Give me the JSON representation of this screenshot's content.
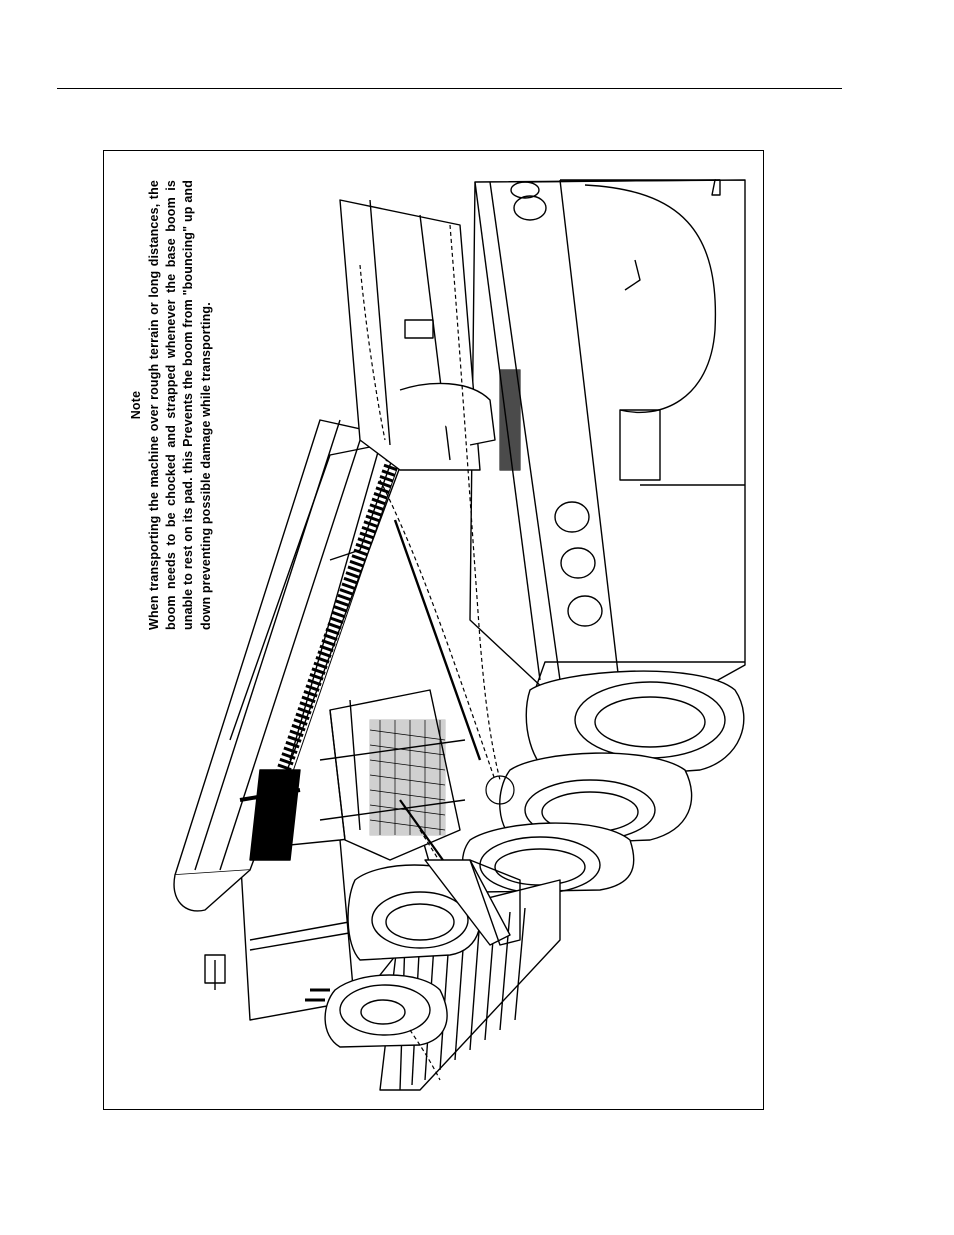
{
  "note": {
    "title": "Note",
    "body": "When transporting the machine over rough terrain or long distances, the boom needs to be chocked and strapped whenever the base boom is unable to rest on its pad. this Prevents the boom from \"bouncing\" up and down preventing possible damage while transporting."
  },
  "illustration": {
    "subject": "aerial lift machine with boom chocked and strapped on transport trailer"
  }
}
